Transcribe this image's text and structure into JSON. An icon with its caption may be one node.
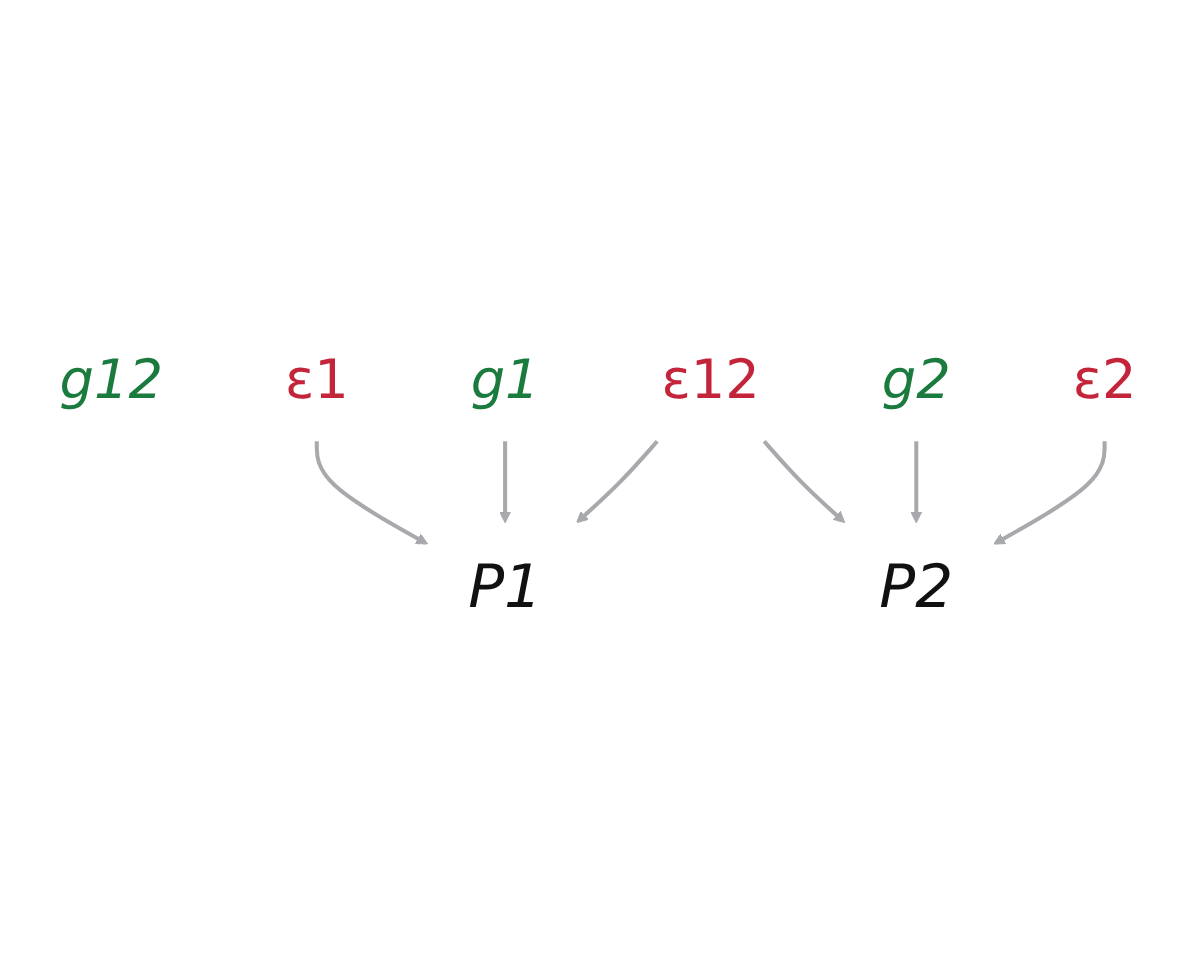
{
  "diagram": {
    "nodes": [
      {
        "text": [
          "g12"
        ]
      },
      {
        "text": [
          "ε12"
        ]
      },
      {
        "text": [
          "g1"
        ]
      },
      {
        "text": [
          "g2"
        ]
      },
      {
        "text": [
          "ε1"
        ]
      },
      {
        "text": [
          "ε2"
        ]
      },
      {
        "text": [
          "P1"
        ]
      },
      {
        "text": [
          "P2"
        ]
      }
    ],
    "edges": [
      {
        "from": 4,
        "to": 6,
        "arrow": "to"
      },
      {
        "from": 2,
        "to": 6,
        "arrow": "to"
      },
      {
        "from": 1,
        "to": 6,
        "arrow": "to"
      },
      {
        "from": 1,
        "to": 7,
        "arrow": "to"
      },
      {
        "from": 3,
        "to": 7,
        "arrow": "to"
      },
      {
        "from": 5,
        "to": 7,
        "arrow": "to"
      }
    ]
  }
}
